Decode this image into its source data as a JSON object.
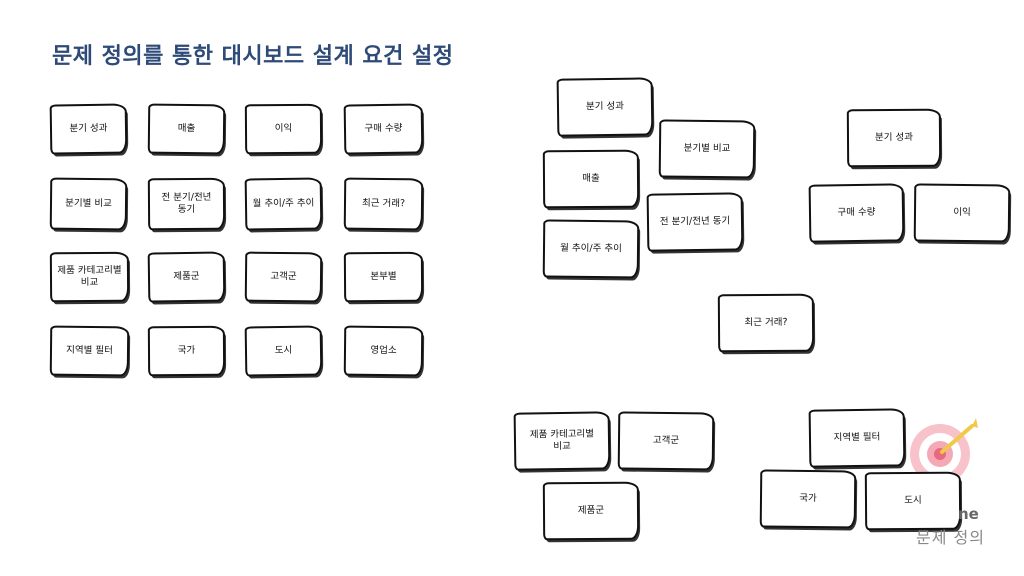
{
  "title": "문제 정의를 통한 대시보드 설계 요건 설정",
  "grid_cards": {
    "r1c1": "분기 성과",
    "r1c2": "매출",
    "r1c3": "이익",
    "r1c4": "구매 수량",
    "r2c1": "분기별 비교",
    "r2c2_line1": "전 분기/전년",
    "r2c2_line2": "동기",
    "r2c3": "월 추이/주 추이",
    "r2c4": "최근 거래?",
    "r3c1_line1": "제품 카테고리별",
    "r3c1_line2": "비교",
    "r3c2": "제품군",
    "r3c3": "고객군",
    "r3c4": "본부별",
    "r4c1": "지역별 필터",
    "r4c2": "국가",
    "r4c3": "도시",
    "r4c4": "영업소"
  },
  "cluster_cards": {
    "quarter_perf_a": "분기 성과",
    "quarter_compare": "분기별 비교",
    "sales": "매출",
    "prev_period": "전 분기/전년 동기",
    "monthly_weekly": "월 추이/주 추이",
    "quarter_perf_b": "분기 성과",
    "purchase_qty": "구매 수량",
    "profit": "이익",
    "recent_deals": "최근 거래?",
    "category_line1": "제품 카테고리별",
    "category_line2": "비교",
    "customer_group": "고객군",
    "product_group": "제품군",
    "region_filter": "지역별 필터",
    "country": "국가",
    "city": "도시"
  },
  "footer": {
    "brand_partial": "ne",
    "section_label": "문제 정의"
  },
  "colors": {
    "title": "#2e4a78",
    "target_ring": "#f4a9b4",
    "target_center": "#e76a7e",
    "dart": "#f2c84b"
  },
  "icons": {
    "target": "target-icon"
  }
}
